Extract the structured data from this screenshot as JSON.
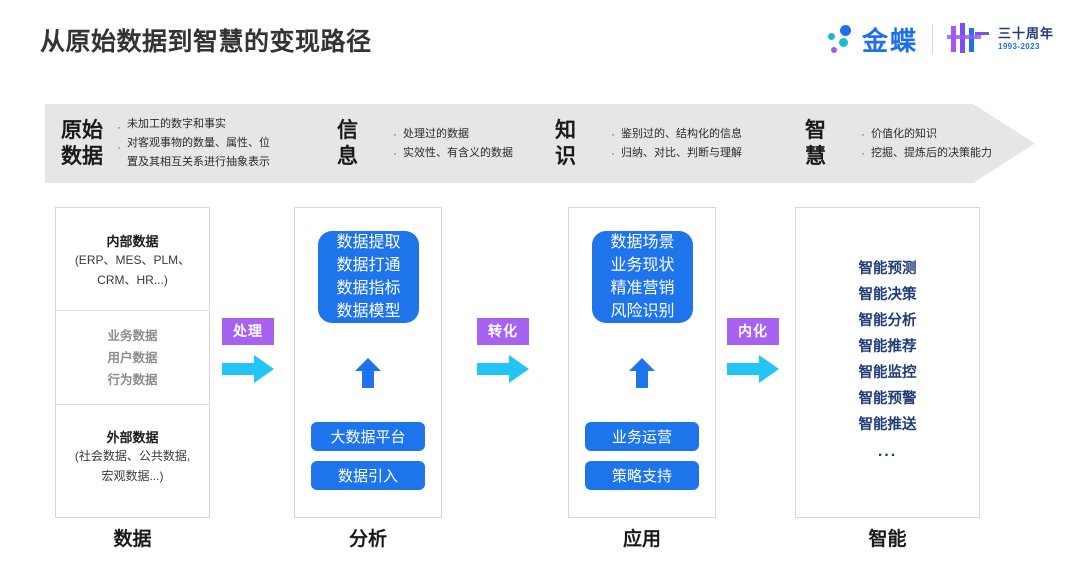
{
  "header": {
    "title": "从原始数据到智慧的变现路径",
    "brand_name": "金蝶",
    "anniversary_cn": "三十周年",
    "anniversary_years": "1993-2023",
    "brand_color": "#1E6FEB"
  },
  "banner": {
    "background": "#E6E6E6",
    "stages": [
      {
        "term": "原始\n数据",
        "term_line1": "原始",
        "term_line2": "数据",
        "bullets": [
          "未加工的数字和事实",
          "对客观事物的数量、属性、位",
          "置及其相互关系进行抽象表示"
        ],
        "bullet_count": 2
      },
      {
        "term_line1": "信",
        "term_line2": "息",
        "bullets": [
          "处理过的数据",
          "实效性、有含义的数据"
        ],
        "bullet_count": 2
      },
      {
        "term_line1": "知",
        "term_line2": "识",
        "bullets": [
          "鉴别过的、结构化的信息",
          "归纳、对比、判断与理解"
        ],
        "bullet_count": 2
      },
      {
        "term_line1": "智",
        "term_line2": "慧",
        "bullets": [
          "价值化的知识",
          "挖掘、提炼后的决策能力"
        ],
        "bullet_count": 2
      }
    ]
  },
  "columns": {
    "data": {
      "footer_label": "数据",
      "section1_title": "内部数据",
      "section1_sub_line1": "(ERP、MES、PLM、",
      "section1_sub_line2": "CRM、HR...)",
      "section2_items": [
        "业务数据",
        "用户数据",
        "行为数据"
      ],
      "section3_title": "外部数据",
      "section3_sub_line1": "(社会数据、公共数据,",
      "section3_sub_line2": "宏观数据...)"
    },
    "analysis": {
      "footer_label": "分析",
      "box_lines": [
        "数据提取",
        "数据打通",
        "数据指标",
        "数据模型"
      ],
      "pills": [
        "大数据平台",
        "数据引入"
      ]
    },
    "application": {
      "footer_label": "应用",
      "box_lines": [
        "数据场景",
        "业务现状",
        "精准营销",
        "风险识别"
      ],
      "pills": [
        "业务运营",
        "策略支持"
      ]
    },
    "intelligence": {
      "footer_label": "智能",
      "items": [
        "智能预测",
        "智能决策",
        "智能分析",
        "智能推荐",
        "智能监控",
        "智能预警",
        "智能推送"
      ],
      "more": "..."
    }
  },
  "connectors": [
    {
      "label": "处理",
      "label_bg": "#A762F2",
      "arrow_color": "#22C5F5"
    },
    {
      "label": "转化",
      "label_bg": "#A762F2",
      "arrow_color": "#22C5F5"
    },
    {
      "label": "内化",
      "label_bg": "#A762F2",
      "arrow_color": "#22C5F5"
    }
  ],
  "theme": {
    "blue": "#1E74EB",
    "navy": "#1F3C77",
    "grey_text": "#8D8D8D",
    "card_border": "#D8D8D8"
  }
}
